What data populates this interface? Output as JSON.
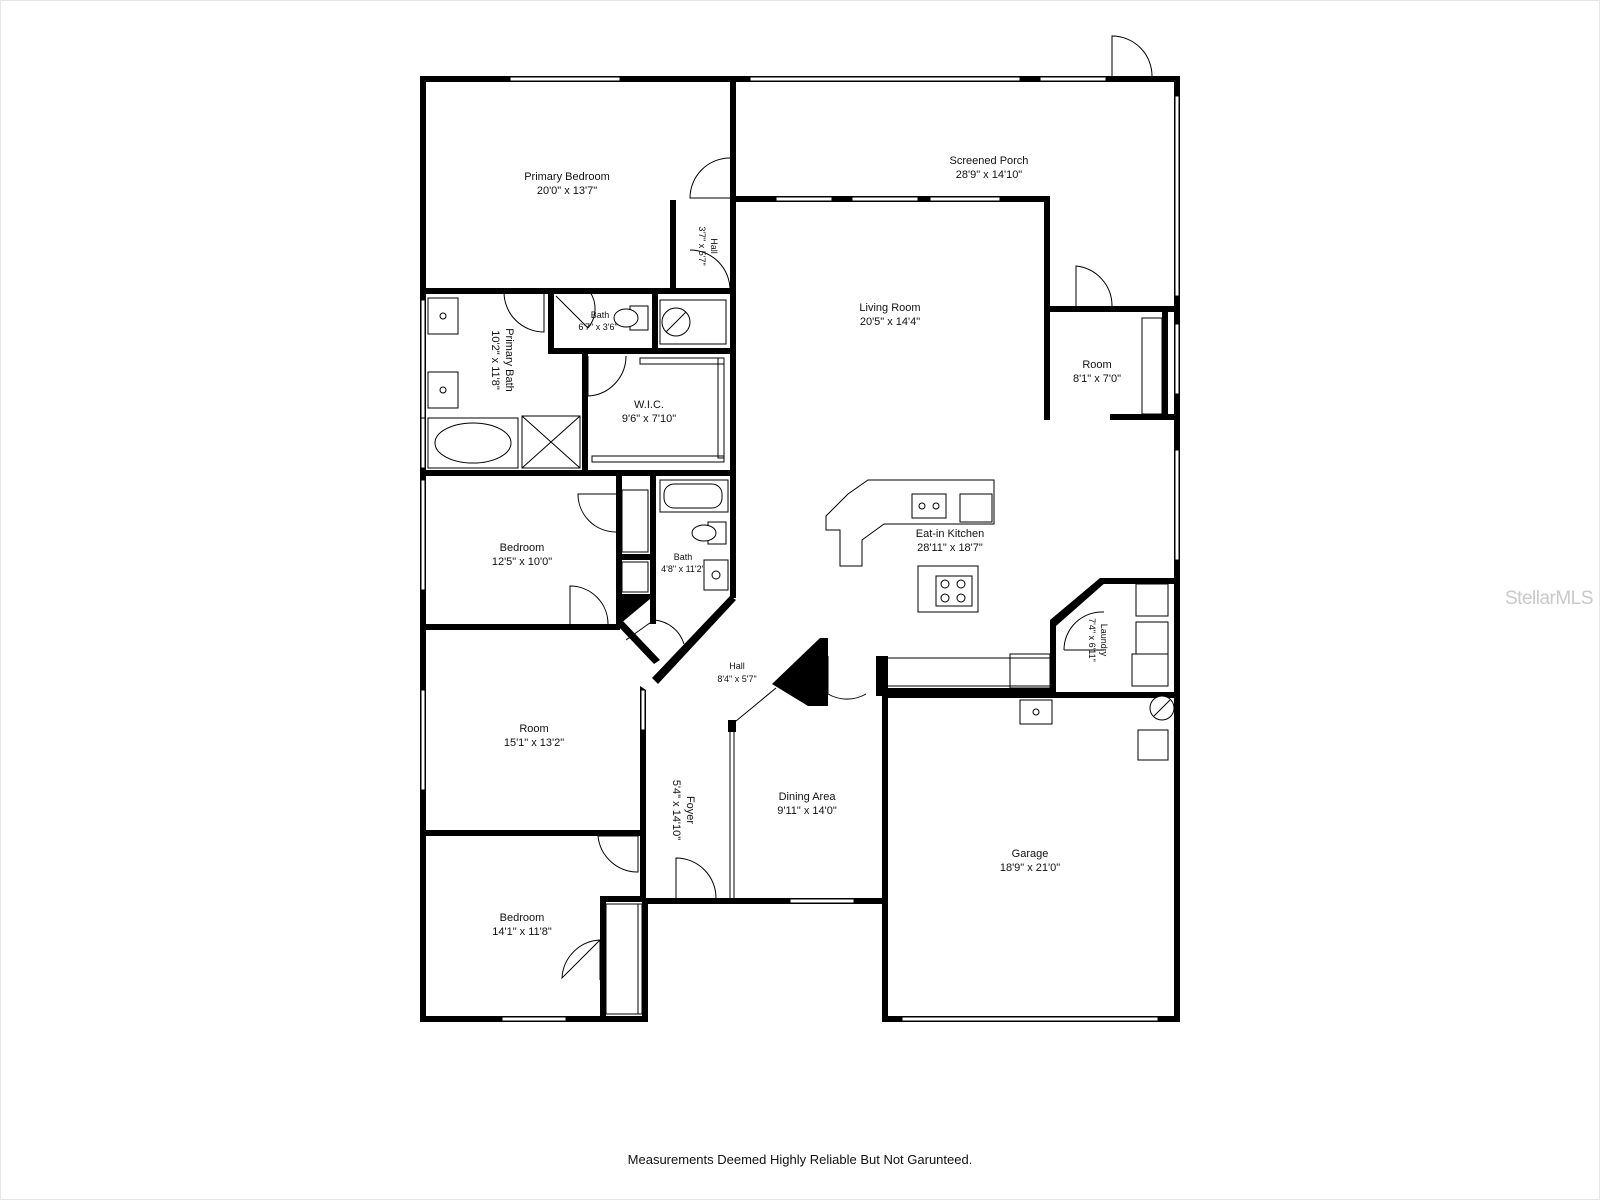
{
  "rooms": {
    "primary_bedroom": {
      "name": "Primary Bedroom",
      "dim": "20'0\" x 13'7\""
    },
    "screened_porch": {
      "name": "Screened Porch",
      "dim": "28'9\" x 14'10\""
    },
    "hall_top": {
      "name": "Hall",
      "dim": "3'7\" x 5'7\""
    },
    "living_room": {
      "name": "Living Room",
      "dim": "20'5\" x 14'4\""
    },
    "bath_small": {
      "name": "Bath",
      "dim": "6'7\" x 3'6\""
    },
    "primary_bath": {
      "name": "Primary Bath",
      "dim": "10'2\" x 11'8\""
    },
    "room_right": {
      "name": "Room",
      "dim": "8'1\" x 7'0\""
    },
    "wic": {
      "name": "W.I.C.",
      "dim": "9'6\" x 7'10\""
    },
    "eat_in_kitchen": {
      "name": "Eat-in Kitchen",
      "dim": "28'11\" x 18'7\""
    },
    "bedroom_1": {
      "name": "Bedroom",
      "dim": "12'5\" x 10'0\""
    },
    "bath_hall": {
      "name": "Bath",
      "dim": "4'8\" x 11'2\""
    },
    "laundry": {
      "name": "Laundry",
      "dim": "7'4\" x 6'11\""
    },
    "hall_center": {
      "name": "Hall",
      "dim": "8'4\" x 5'7\""
    },
    "room_left": {
      "name": "Room",
      "dim": "15'1\" x 13'2\""
    },
    "foyer": {
      "name": "Foyer",
      "dim": "5'4\" x 14'10\""
    },
    "dining_area": {
      "name": "Dining Area",
      "dim": "9'11\" x 14'0\""
    },
    "garage": {
      "name": "Garage",
      "dim": "18'9\" x 21'0\""
    },
    "bedroom_2": {
      "name": "Bedroom",
      "dim": "14'1\" x 11'8\""
    }
  },
  "disclaimer": "Measurements Deemed Highly Reliable But Not Garunteed.",
  "watermark": "StellarMLS",
  "colors": {
    "wall": "#000000",
    "background": "#ffffff",
    "watermark": "#c9c9c9"
  }
}
